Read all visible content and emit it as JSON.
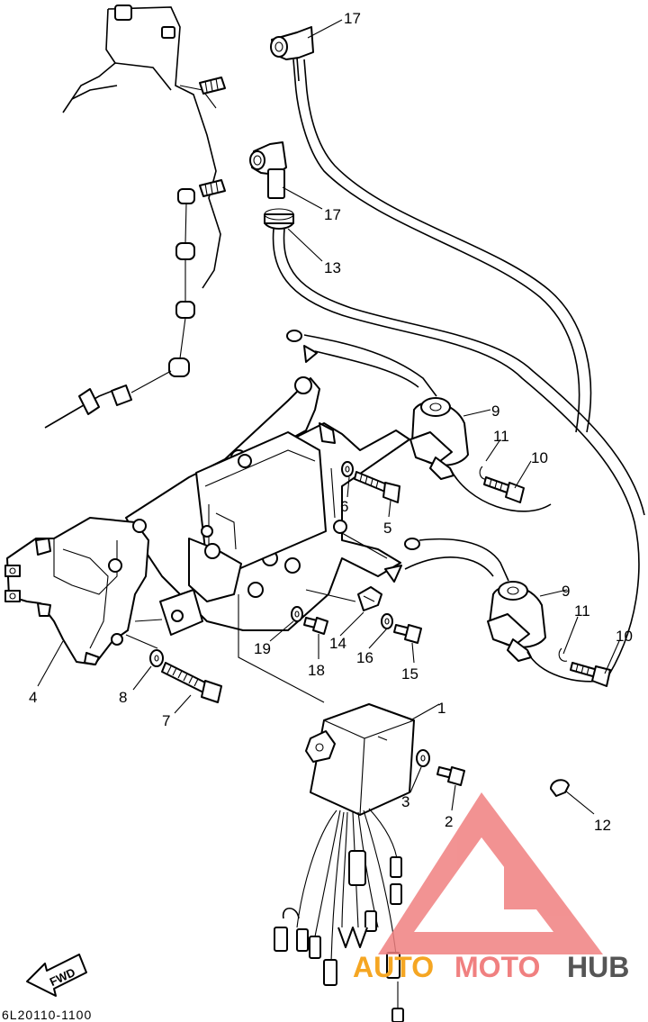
{
  "diagram": {
    "part_code": "6L20110-1100",
    "fwd_label": "FWD",
    "watermark": {
      "text_a": "AUTO",
      "text_b": "MOTO",
      "text_c": "HUB",
      "color_triangle": "#f08080",
      "color_auto": "#f5a623",
      "color_moto": "#f08080",
      "color_hub": "#555555"
    },
    "callouts": [
      "17",
      "17",
      "13",
      "9",
      "11",
      "10",
      "6",
      "5",
      "9",
      "11",
      "10",
      "14",
      "16",
      "15",
      "19",
      "18",
      "4",
      "8",
      "7",
      "1",
      "3",
      "2",
      "12"
    ]
  }
}
